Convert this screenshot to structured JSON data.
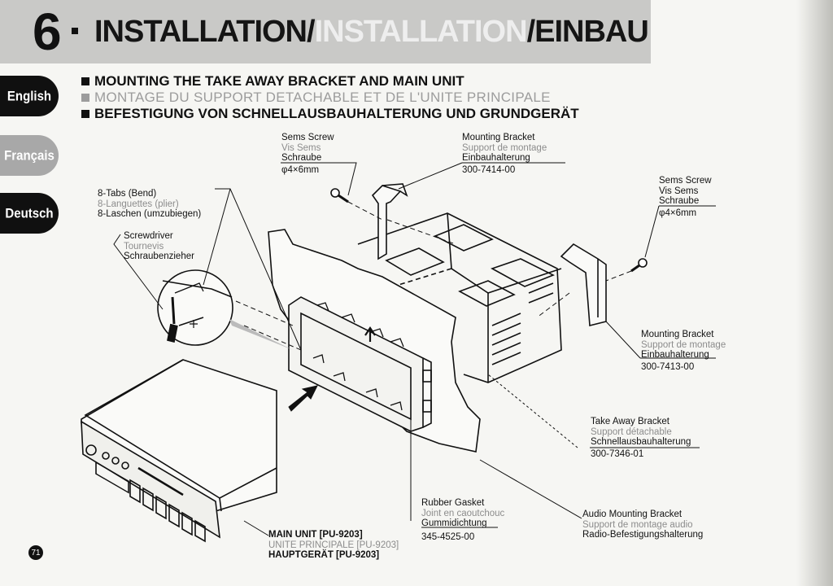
{
  "header": {
    "section_number": "6",
    "title_en": "INSTALLATION",
    "title_fr": "INSTALLATION",
    "title_de": "EINBAU",
    "separator": "/"
  },
  "language_tabs": [
    {
      "label": "English"
    },
    {
      "label": "Français"
    },
    {
      "label": "Deutsch"
    }
  ],
  "headings": {
    "en": "MOUNTING THE TAKE AWAY BRACKET AND MAIN UNIT",
    "fr": "MONTAGE DU SUPPORT DETACHABLE ET DE L'UNITE PRINCIPALE",
    "de": "BEFESTIGUNG VON SCHNELLAUSBAUHALTERUNG UND GRUNDGERÄT"
  },
  "labels": {
    "sems_screw_top": {
      "en": "Sems Screw",
      "fr": "Vis Sems",
      "de": "Schraube",
      "spec": "φ4×6mm"
    },
    "mounting_bracket_top": {
      "en": "Mounting Bracket",
      "fr": "Support de montage",
      "de": "Einbauhalterung",
      "part": "300-7414-00"
    },
    "sems_screw_right": {
      "en": "Sems Screw",
      "fr": "Vis Sems",
      "de": "Schraube",
      "spec": "φ4×6mm"
    },
    "tabs": {
      "en": "8-Tabs (Bend)",
      "fr": "8-Languettes (plier)",
      "de": "8-Laschen (umzubiegen)"
    },
    "screwdriver": {
      "en": "Screwdriver",
      "fr": "Tournevis",
      "de": "Schraubenzieher"
    },
    "mounting_bracket_right": {
      "en": "Mounting Bracket",
      "fr": "Support de montage",
      "de": "Einbauhalterung",
      "part": "300-7413-00"
    },
    "take_away_bracket": {
      "en": "Take Away Bracket",
      "fr": "Support détachable",
      "de": "Schnellausbauhalterung",
      "part": "300-7346-01"
    },
    "rubber_gasket": {
      "en": "Rubber Gasket",
      "fr": "Joint en caoutchouc",
      "de": "Gummidichtung",
      "part": "345-4525-00"
    },
    "audio_mounting_bracket": {
      "en": "Audio Mounting Bracket",
      "fr": "Support de montage audio",
      "de": "Radio-Befestigungshalterung"
    },
    "main_unit": {
      "en": "MAIN UNIT [PU-9203]",
      "fr": "UNITE PRINCIPALE [PU-9203]",
      "de": "HAUPTGERÄT [PU-9203]"
    }
  },
  "page_number": "71",
  "colors": {
    "header_band": "#c9c9c7",
    "tab_dark": "#101010",
    "tab_light": "#a8a8a8",
    "french_text": "#8c8c8c"
  }
}
